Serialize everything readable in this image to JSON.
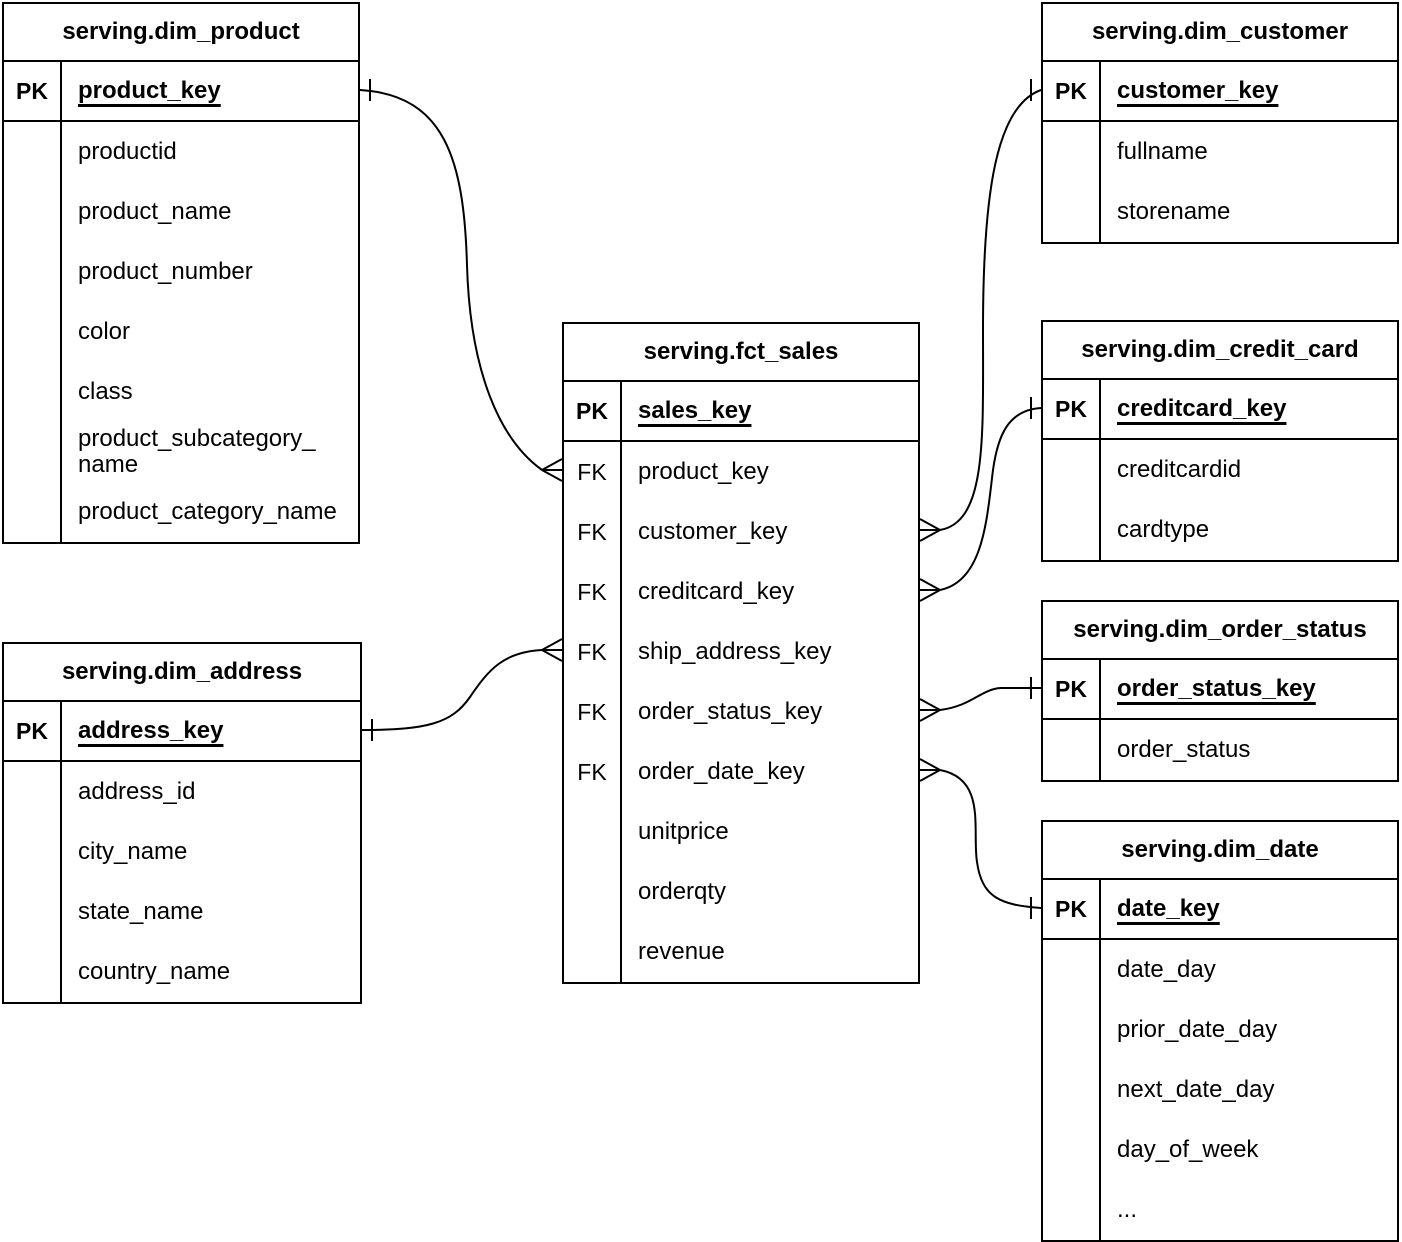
{
  "canvas": {
    "background": "#ffffff",
    "line_color": "#000000",
    "text_color": "#000000"
  },
  "tables": [
    {
      "id": "dim_product",
      "title": "serving.dim_product",
      "pk_label": "PK",
      "pk_field": "product_key",
      "fields": [
        {
          "tag": "",
          "name": "productid"
        },
        {
          "tag": "",
          "name": "product_name"
        },
        {
          "tag": "",
          "name": "product_number"
        },
        {
          "tag": "",
          "name": "color"
        },
        {
          "tag": "",
          "name": "class"
        },
        {
          "tag": "",
          "name": "product_subcategory_name"
        },
        {
          "tag": "",
          "name": "product_category_name"
        }
      ]
    },
    {
      "id": "dim_customer",
      "title": "serving.dim_customer",
      "pk_label": "PK",
      "pk_field": "customer_key",
      "fields": [
        {
          "tag": "",
          "name": "fullname"
        },
        {
          "tag": "",
          "name": "storename"
        }
      ]
    },
    {
      "id": "fct_sales",
      "title": "serving.fct_sales",
      "pk_label": "PK",
      "pk_field": "sales_key",
      "fields": [
        {
          "tag": "FK",
          "name": "product_key"
        },
        {
          "tag": "FK",
          "name": "customer_key"
        },
        {
          "tag": "FK",
          "name": "creditcard_key"
        },
        {
          "tag": "FK",
          "name": "ship_address_key"
        },
        {
          "tag": "FK",
          "name": "order_status_key"
        },
        {
          "tag": "FK",
          "name": "order_date_key"
        },
        {
          "tag": "",
          "name": "unitprice"
        },
        {
          "tag": "",
          "name": "orderqty"
        },
        {
          "tag": "",
          "name": "revenue"
        }
      ]
    },
    {
      "id": "dim_credit_card",
      "title": "serving.dim_credit_card",
      "pk_label": "PK",
      "pk_field": "creditcard_key",
      "fields": [
        {
          "tag": "",
          "name": "creditcardid"
        },
        {
          "tag": "",
          "name": "cardtype"
        }
      ]
    },
    {
      "id": "dim_order_status",
      "title": "serving.dim_order_status",
      "pk_label": "PK",
      "pk_field": "order_status_key",
      "fields": [
        {
          "tag": "",
          "name": "order_status"
        }
      ]
    },
    {
      "id": "dim_date",
      "title": "serving.dim_date",
      "pk_label": "PK",
      "pk_field": "date_key",
      "fields": [
        {
          "tag": "",
          "name": "date_day"
        },
        {
          "tag": "",
          "name": "prior_date_day"
        },
        {
          "tag": "",
          "name": "next_date_day"
        },
        {
          "tag": "",
          "name": "day_of_week"
        },
        {
          "tag": "",
          "name": "..."
        }
      ]
    },
    {
      "id": "dim_address",
      "title": "serving.dim_address",
      "pk_label": "PK",
      "pk_field": "address_key",
      "fields": [
        {
          "tag": "",
          "name": "address_id"
        },
        {
          "tag": "",
          "name": "city_name"
        },
        {
          "tag": "",
          "name": "state_name"
        },
        {
          "tag": "",
          "name": "country_name"
        }
      ]
    }
  ],
  "relations": [
    {
      "from_table": "serving.dim_product",
      "from_field": "product_key",
      "from_end": "one",
      "to_table": "serving.fct_sales",
      "to_field": "product_key",
      "to_end": "many"
    },
    {
      "from_table": "serving.dim_customer",
      "from_field": "customer_key",
      "from_end": "one",
      "to_table": "serving.fct_sales",
      "to_field": "customer_key",
      "to_end": "many"
    },
    {
      "from_table": "serving.dim_credit_card",
      "from_field": "creditcard_key",
      "from_end": "one",
      "to_table": "serving.fct_sales",
      "to_field": "creditcard_key",
      "to_end": "many"
    },
    {
      "from_table": "serving.dim_address",
      "from_field": "address_key",
      "from_end": "one",
      "to_table": "serving.fct_sales",
      "to_field": "ship_address_key",
      "to_end": "many"
    },
    {
      "from_table": "serving.dim_order_status",
      "from_field": "order_status_key",
      "from_end": "one",
      "to_table": "serving.fct_sales",
      "to_field": "order_status_key",
      "to_end": "many"
    },
    {
      "from_table": "serving.dim_date",
      "from_field": "date_key",
      "from_end": "one",
      "to_table": "serving.fct_sales",
      "to_field": "order_date_key",
      "to_end": "many"
    }
  ]
}
